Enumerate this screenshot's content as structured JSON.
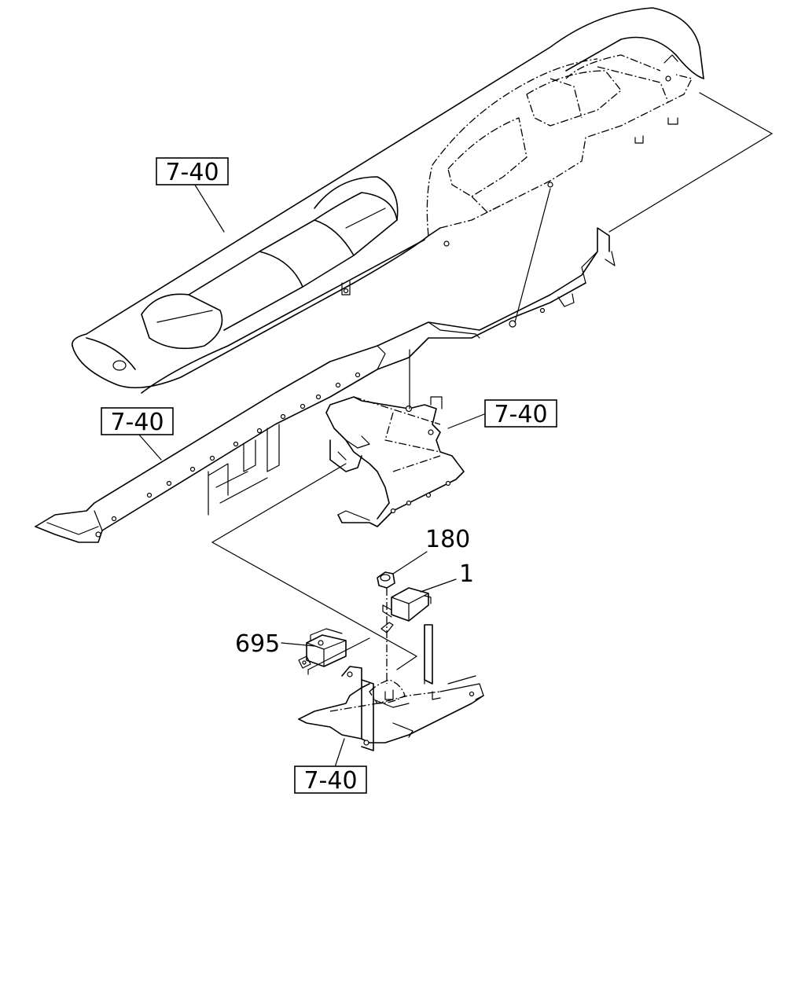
{
  "diagram": {
    "ref_labels": [
      {
        "id": "ref-dashboard",
        "text": "7-40"
      },
      {
        "id": "ref-crossmember",
        "text": "7-40"
      },
      {
        "id": "ref-center-bracket",
        "text": "7-40"
      },
      {
        "id": "ref-floor-bracket",
        "text": "7-40"
      }
    ],
    "part_numbers": [
      {
        "id": "part-180",
        "text": "180"
      },
      {
        "id": "part-1",
        "text": "1"
      },
      {
        "id": "part-695",
        "text": "695"
      }
    ]
  }
}
